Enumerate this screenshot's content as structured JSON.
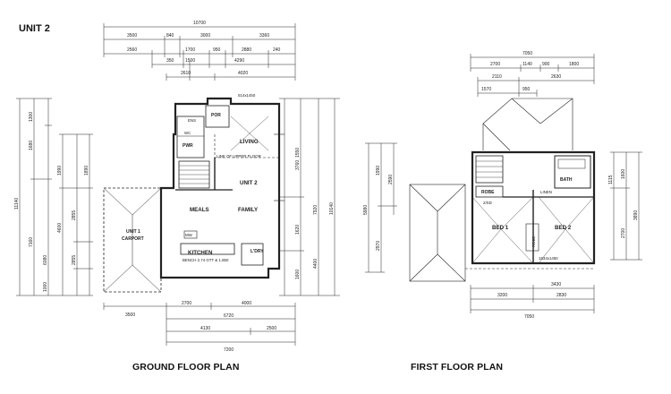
{
  "titles": {
    "unit": "UNIT 2",
    "ground": "GROUND FLOOR PLAN",
    "first": "FIRST FLOOR PLAN"
  },
  "ground_rooms": {
    "por": "POR",
    "living": "LIVING",
    "upper_floor_note": "LINE OF UPPER FLOOR",
    "unit2": "UNIT 2",
    "meals": "MEALS",
    "family": "FAMILY",
    "kitchen": "KITCHEN",
    "ldry": "L'DRY",
    "wc": "WC",
    "pwr": "PWR",
    "ens": "ENS",
    "carport_line1": "UNIT 1",
    "carport_line2": "CARPORT",
    "mw": "MW",
    "bench_note": "BENCH 2.74 GTT & 1.850",
    "window_note": "514x1450"
  },
  "first_rooms": {
    "robe": "ROBE",
    "bed1": "BED 1",
    "bed2": "BED 2",
    "bath": "BATH",
    "robe2": "ROBE",
    "linen": "LINEN",
    "hall_note": "2/SD",
    "window_note": "1534x1450"
  },
  "ground_dims": {
    "top": [
      "10700",
      "3500",
      "840",
      "3000",
      "3360",
      "2560",
      "1700",
      "950",
      "2880",
      "240",
      "350",
      "1500",
      "4290",
      "2610",
      "4020"
    ],
    "bottom": [
      "3500",
      "2700",
      "4000",
      "6720",
      "4130",
      "2500",
      "7200"
    ],
    "left": [
      "11140",
      "7160",
      "6080",
      "4600",
      "2855",
      "2855",
      "1990",
      "1890",
      "1000",
      "1300",
      "1680"
    ],
    "right": [
      "10140",
      "7920",
      "3760",
      "4400",
      "1550",
      "1620",
      "1600"
    ]
  },
  "first_dims": {
    "top": [
      "7050",
      "2700",
      "1140",
      "900",
      "1800",
      "2110",
      "2630",
      "1570",
      "950"
    ],
    "bottom": [
      "3200",
      "2830",
      "3430",
      "7050"
    ],
    "left": [
      "5980",
      "2970",
      "2590",
      "1990"
    ],
    "right": [
      "3890",
      "1600",
      "1115",
      "2700"
    ]
  }
}
